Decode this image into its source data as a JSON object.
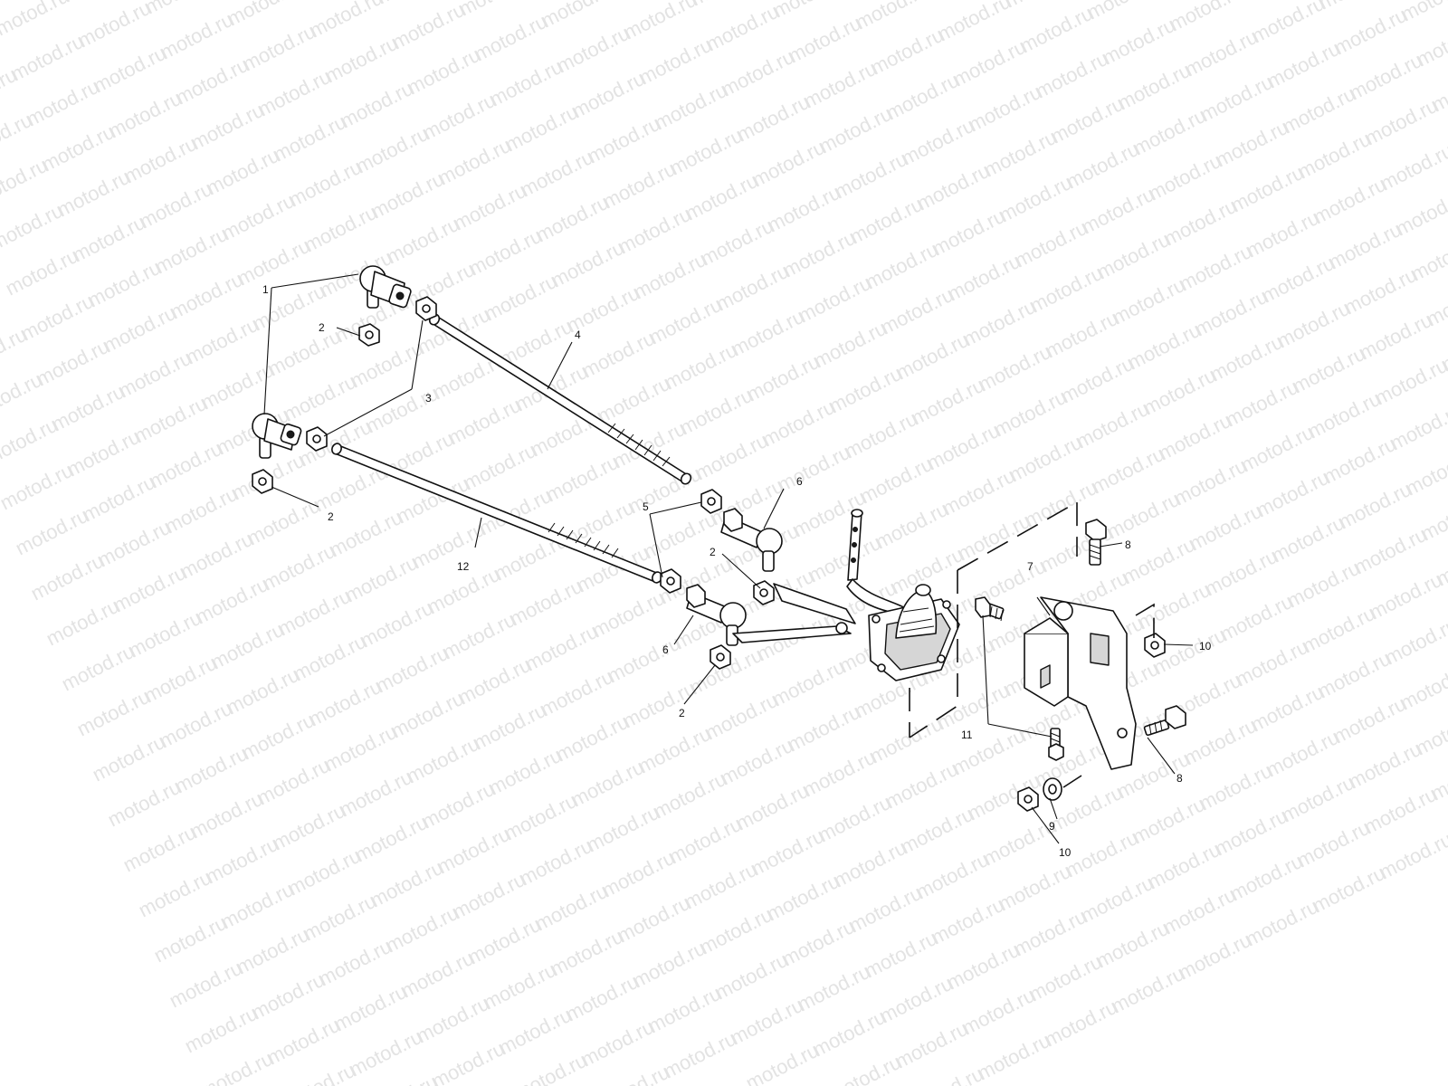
{
  "watermark": {
    "text": "motod.ru"
  },
  "callouts": [
    {
      "id": "c1",
      "text": "1"
    },
    {
      "id": "c2a",
      "text": "2"
    },
    {
      "id": "c2b",
      "text": "2"
    },
    {
      "id": "c2c",
      "text": "2"
    },
    {
      "id": "c2d",
      "text": "2"
    },
    {
      "id": "c3",
      "text": "3"
    },
    {
      "id": "c4",
      "text": "4"
    },
    {
      "id": "c5",
      "text": "5"
    },
    {
      "id": "c6a",
      "text": "6"
    },
    {
      "id": "c6b",
      "text": "6"
    },
    {
      "id": "c7",
      "text": "7"
    },
    {
      "id": "c8a",
      "text": "8"
    },
    {
      "id": "c8b",
      "text": "8"
    },
    {
      "id": "c9",
      "text": "9"
    },
    {
      "id": "c10a",
      "text": "10"
    },
    {
      "id": "c10b",
      "text": "10"
    },
    {
      "id": "c11",
      "text": "11"
    },
    {
      "id": "c12",
      "text": "12"
    }
  ],
  "colors": {
    "line": "#111111",
    "watermark": "#e3e3e3",
    "background": "#ffffff"
  }
}
